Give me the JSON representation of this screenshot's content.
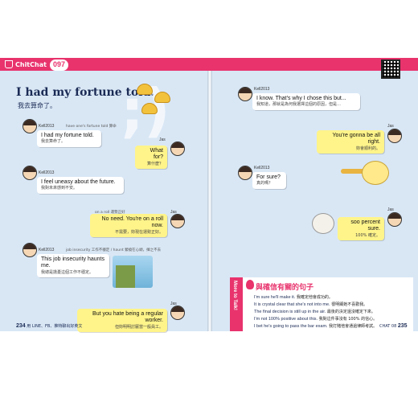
{
  "header": {
    "section": "ChitChat",
    "number": "097"
  },
  "lesson": {
    "title": "I had my fortune told.",
    "subtitle": "我去算命了。",
    "decoration": ";)"
  },
  "speakers": {
    "a": "Kell2013",
    "b": "Jas"
  },
  "left_dialogue": [
    {
      "speaker": "Kell2013",
      "note": "have one's fortune told 算命",
      "en": "I had my fortune told.",
      "zh": "我去算命了。"
    },
    {
      "speaker": "Jas",
      "en": "What for?",
      "zh": "算什麼？"
    },
    {
      "speaker": "Kell2013",
      "en": "I feel uneasy about the future.",
      "zh": "我對未來感到不安。"
    },
    {
      "speaker": "Jas",
      "note": "on a roll 運勢正好",
      "en": "No need. You're on a roll now.",
      "zh": "不需要，妳現在運勢正好。"
    },
    {
      "speaker": "Kell2013",
      "note": "job insecurity 工作不穩定 / haunt 縈繞在心頭，揮之不去",
      "en": "This job insecurity haunts me.",
      "zh": "我總是擔憂這個工作不穩定。"
    },
    {
      "speaker": "Jas",
      "en": "But you hate being a regular worker.",
      "zh": "但妳明明討厭當一般員工。"
    }
  ],
  "right_dialogue": [
    {
      "speaker": "Kell2013",
      "en": "I know. That's why I chose this but...",
      "zh": "我知道，那就是為何我選擇這個的原因，但是…"
    },
    {
      "speaker": "Jas",
      "en": "You're gonna be all right.",
      "zh": "妳會順利的。"
    },
    {
      "speaker": "Kell2013",
      "en": "For sure?",
      "zh": "真的嗎？"
    },
    {
      "speaker": "Jas",
      "en": "soo percent sure.",
      "zh": "100% 確定。"
    }
  ],
  "more_to_talk": {
    "tab": "More to Talk!",
    "heading": "與確信有關的句子",
    "items": [
      {
        "en": "I'm sure he'll make it.",
        "zh": "我確定他會成功的。"
      },
      {
        "en": "It is crystal clear that she's not into me.",
        "zh": "很明顯她不喜歡我。"
      },
      {
        "en": "The final decision is still up in the air.",
        "zh": "最後的決定還沒確定下來。"
      },
      {
        "en": "I'm not 100% positive about this.",
        "zh": "我對這件事沒有 100% 的信心。"
      },
      {
        "en": "I bet he's going to pass the bar exam.",
        "zh": "我打賭他會通過律師考試。"
      }
    ]
  },
  "footer": {
    "left_page": "234",
    "left_text": "用 LINE、FB、推特聊出好英文",
    "right_label": "CHAT 08",
    "right_page": "235"
  },
  "colors": {
    "accent": "#e8336d",
    "page_bg": "#d9e7f5",
    "bubble_yellow": "#fff48a"
  }
}
